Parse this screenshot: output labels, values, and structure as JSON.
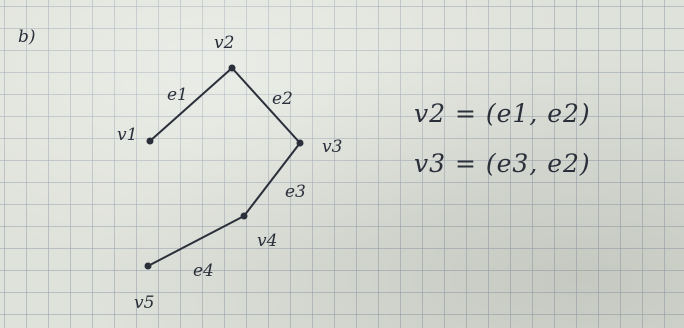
{
  "page_label": "b)",
  "vertices": [
    {
      "id": "v1",
      "label": "v1"
    },
    {
      "id": "v2",
      "label": "v2"
    },
    {
      "id": "v3",
      "label": "v3"
    },
    {
      "id": "v4",
      "label": "v4"
    },
    {
      "id": "v5",
      "label": "v5"
    }
  ],
  "edges": [
    {
      "id": "e1",
      "label": "e1",
      "from": "v1",
      "to": "v2"
    },
    {
      "id": "e2",
      "label": "e2",
      "from": "v2",
      "to": "v3"
    },
    {
      "id": "e3",
      "label": "e3",
      "from": "v3",
      "to": "v4"
    },
    {
      "id": "e4",
      "label": "e4",
      "from": "v4",
      "to": "v5"
    }
  ],
  "equations": [
    "v2 = (e1, e2)",
    "v3 = (e3, e2)"
  ],
  "colors": {
    "ink": "#2b2f3a",
    "paper": "#dfe2da",
    "grid": "#96a0af"
  }
}
